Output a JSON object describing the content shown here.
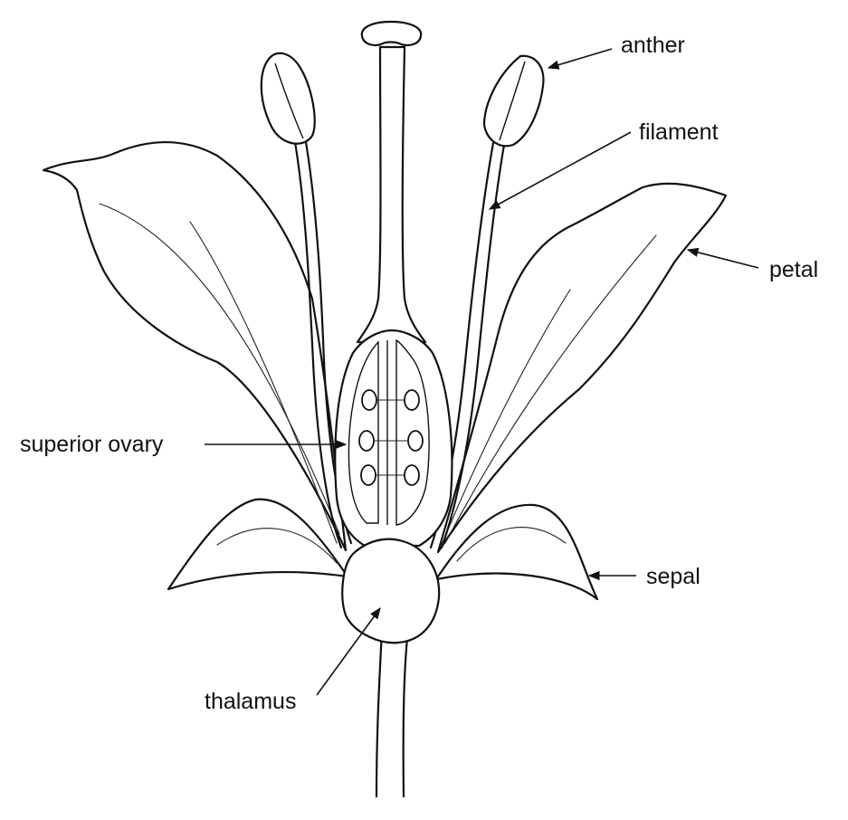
{
  "diagram": {
    "labels": {
      "anther": "anther",
      "filament": "filament",
      "petal": "petal",
      "superior_ovary": "superior ovary",
      "sepal": "sepal",
      "thalamus": "thalamus"
    }
  },
  "colors": {
    "stroke": "#111111",
    "background": "#ffffff"
  }
}
